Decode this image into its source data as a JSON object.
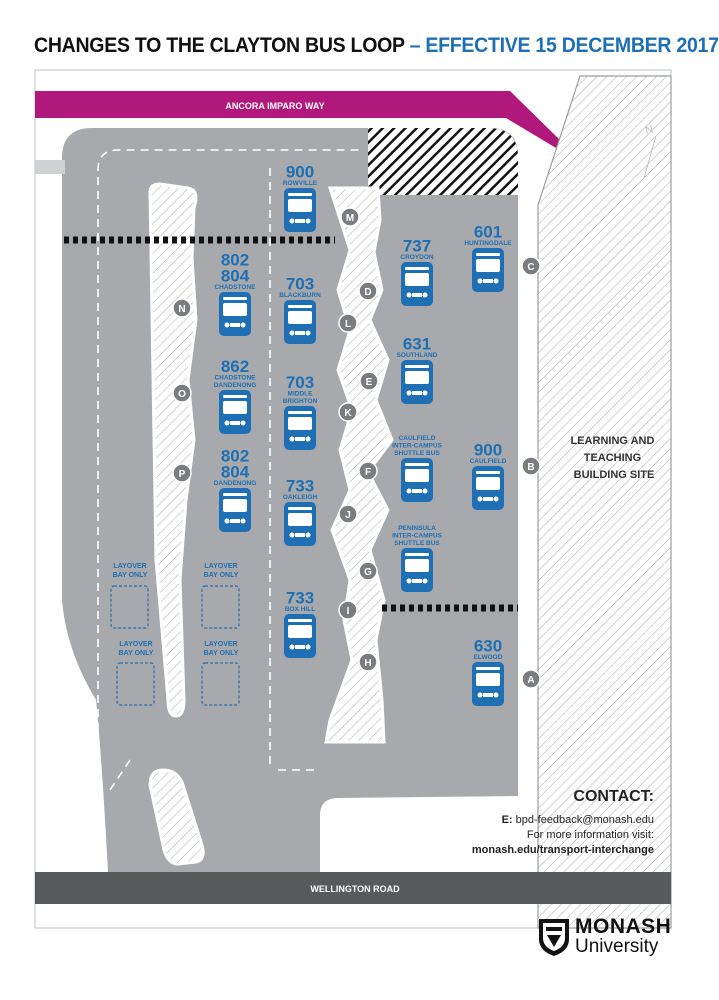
{
  "title": {
    "main": "CHANGES TO THE CLAYTON BUS LOOP",
    "dash": " – ",
    "effective": "EFFECTIVE 15 DECEMBER 2017"
  },
  "roads": {
    "top": "ANCORA IMPARO WAY",
    "bottom": "WELLINGTON ROAD"
  },
  "site_label": [
    "LEARNING AND",
    "TEACHING",
    "BUILDING SITE"
  ],
  "layover": {
    "line1": "LAYOVER",
    "line2": "BAY ONLY"
  },
  "buses": [
    {
      "route": "900",
      "dest": "ROWVILLE"
    },
    {
      "route": "802",
      "route2": "804",
      "dest": "CHADSTONE"
    },
    {
      "route": "862",
      "dest": "CHADSTONE",
      "dest2": "DANDENONG"
    },
    {
      "route": "802",
      "route2": "804",
      "dest": "DANDENONG"
    },
    {
      "route": "703",
      "dest": "BLACKBURN"
    },
    {
      "route": "703",
      "dest": "MIDDLE",
      "dest2": "BRIGHTON"
    },
    {
      "route": "733",
      "dest": "OAKLEIGH"
    },
    {
      "route": "733",
      "dest": "BOX HILL"
    },
    {
      "route": "737",
      "dest": "CROYDON"
    },
    {
      "route": "631",
      "dest": "SOUTHLAND"
    },
    {
      "route": "",
      "dest": "CAULFIELD",
      "dest2": "INTER-CAMPUS",
      "dest3": "SHUTTLE BUS"
    },
    {
      "route": "",
      "dest": "PENINSULA",
      "dest2": "INTER-CAMPUS",
      "dest3": "SHUTTLE BUS"
    },
    {
      "route": "601",
      "dest": "HUNTINGDALE"
    },
    {
      "route": "900",
      "dest": "CAULFIELD"
    },
    {
      "route": "630",
      "dest": "ELWOOD"
    }
  ],
  "stops": [
    "M",
    "N",
    "O",
    "P",
    "D",
    "L",
    "E",
    "K",
    "F",
    "J",
    "G",
    "I",
    "H",
    "C",
    "B",
    "A"
  ],
  "north_label": "N",
  "contact": {
    "heading": "CONTACT:",
    "email_prefix": "E: ",
    "email": "bpd-feedback@monash.edu",
    "more": "For more information visit:",
    "url": "monash.edu/transport-interchange"
  },
  "logo": {
    "line1": "MONASH",
    "line2": "University"
  },
  "colors": {
    "road_top": "#b0187c",
    "road_bottom": "#58595b",
    "asphalt": "#a7a9ac",
    "bus_blue": "#1f6fb5",
    "stop_grey": "#7a7c7f"
  }
}
